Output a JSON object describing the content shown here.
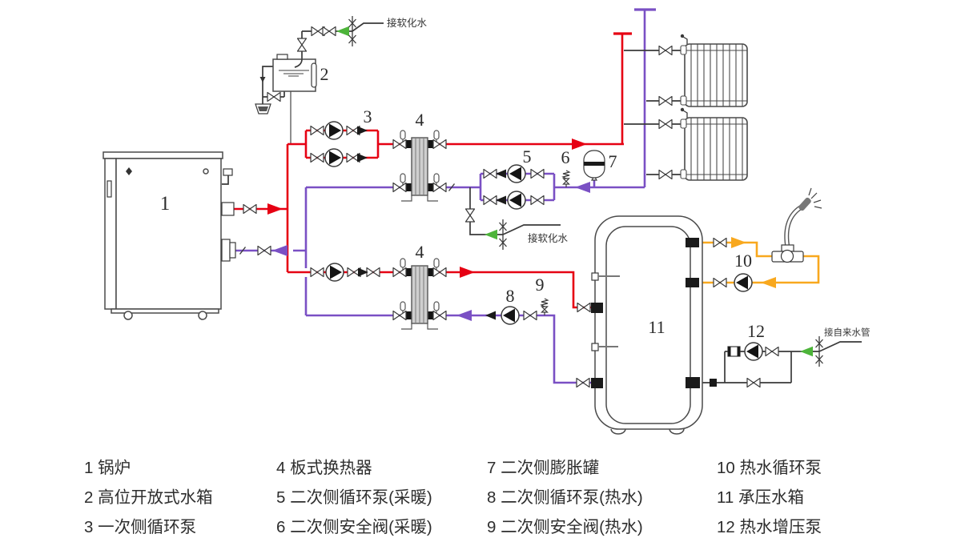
{
  "colors": {
    "supply_red": "#e60013",
    "return_purple": "#7a50c4",
    "dhw_orange": "#f8a81e",
    "feed_green": "#4db43a",
    "pipe_black": "#3a3a3a",
    "light_gray": "#8e8e8e"
  },
  "annotations": {
    "softened_water": "接软化水",
    "tap_water": "接自来水管"
  },
  "labels": {
    "boiler": "1",
    "open_tank": "2",
    "primary_pumps": "3",
    "hx_upper": "4",
    "hx_lower": "4",
    "heating_pumps": "5",
    "heating_safety_valve": "6",
    "expansion_tank": "7",
    "dhw_pump": "8",
    "dhw_safety_valve": "9",
    "hw_circulation_pump": "10",
    "pressure_tank": "11",
    "booster_pump": "12"
  },
  "legend": {
    "items": [
      "1 锅炉",
      "2 高位开放式水箱",
      "3 一次侧循环泵",
      "4 板式换热器",
      "5 二次侧循环泵(采暖)",
      "6 二次侧安全阀(采暖)",
      "7 二次侧膨胀罐",
      "8 二次侧循环泵(热水)",
      "9 二次侧安全阀(热水)",
      "10 热水循环泵",
      "11 承压水箱",
      "12 热水增压泵"
    ]
  }
}
